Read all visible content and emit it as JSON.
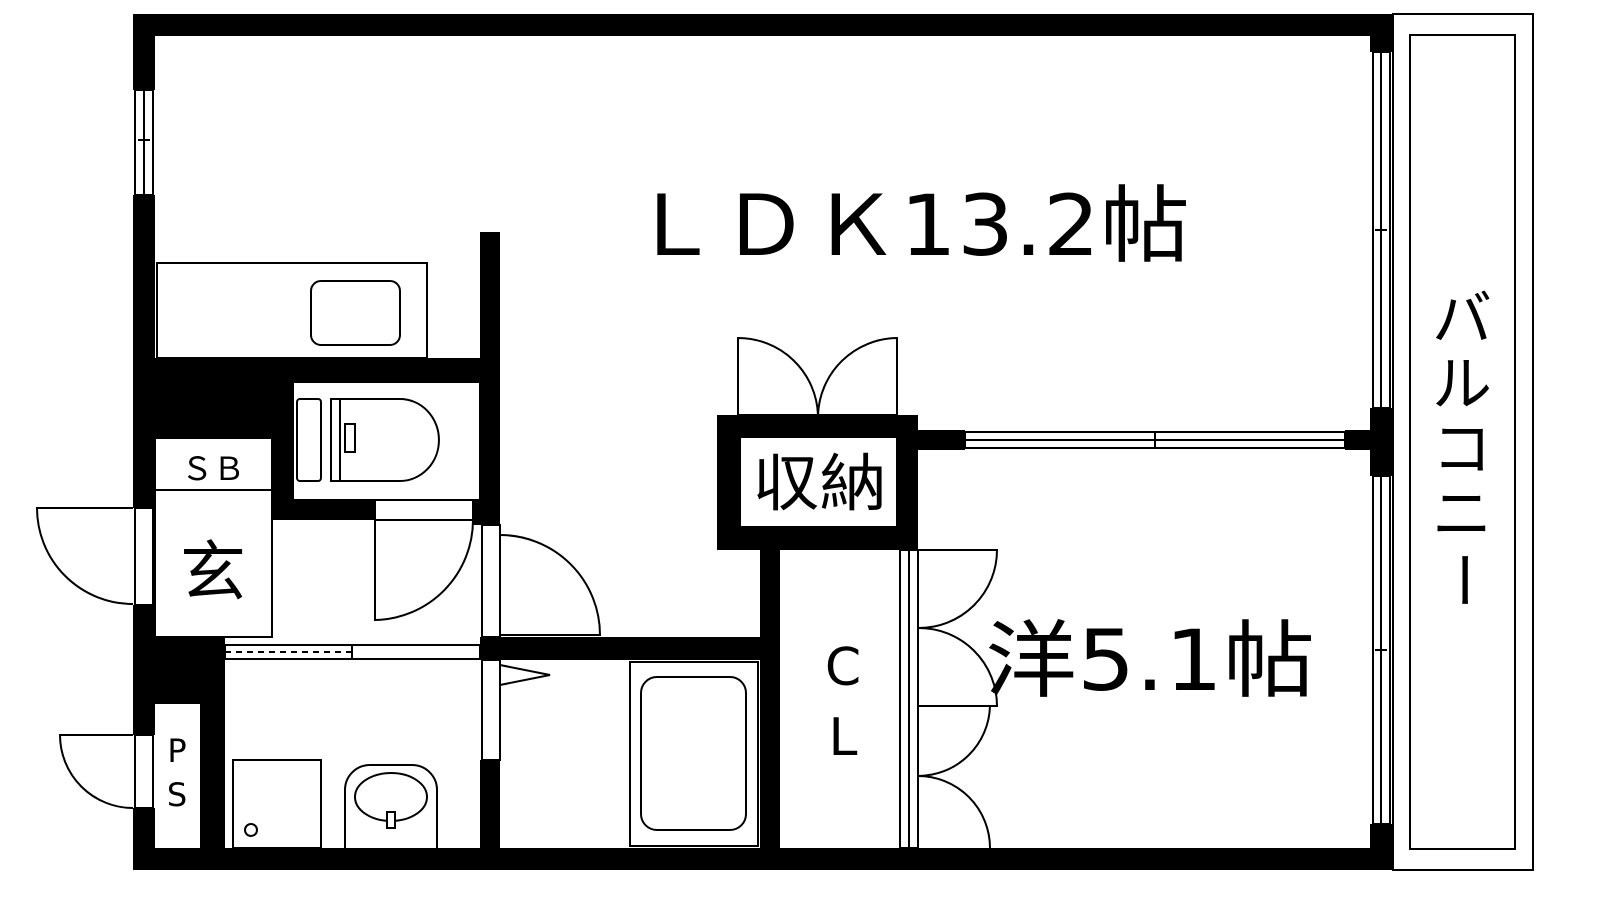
{
  "rooms": {
    "ldk": "ＬＤＫ13.2帖",
    "western": "洋5.1帖",
    "storage": "収納",
    "closet_c": "C",
    "closet_l": "L",
    "entrance": "玄",
    "shoe_box": "ＳＢ",
    "pipe_space_p": "P",
    "pipe_space_s": "S",
    "balcony": [
      "バ",
      "ル",
      "コ",
      "ニ",
      "ー"
    ]
  },
  "colors": {
    "wall": "#000000",
    "background": "#ffffff"
  }
}
